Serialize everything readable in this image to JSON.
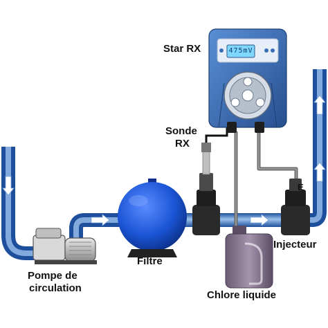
{
  "labels": {
    "device": "Star RX",
    "probe_line1": "Sonde",
    "probe_line2": "RX",
    "pump_line1": "Pompe de",
    "pump_line2": "circulation",
    "filter": "Filtre",
    "injector": "Injecteur",
    "injector_tag": "E",
    "container": "Chlore liquide"
  },
  "display": {
    "value": "475mV"
  },
  "colors": {
    "pipe": "#2e63b8",
    "pipe_light": "#9cc1ec",
    "device_body": "#3a6fb8",
    "filter": "#1b55d6",
    "fitting": "#2a2a2a",
    "container": "#7c6b86"
  }
}
